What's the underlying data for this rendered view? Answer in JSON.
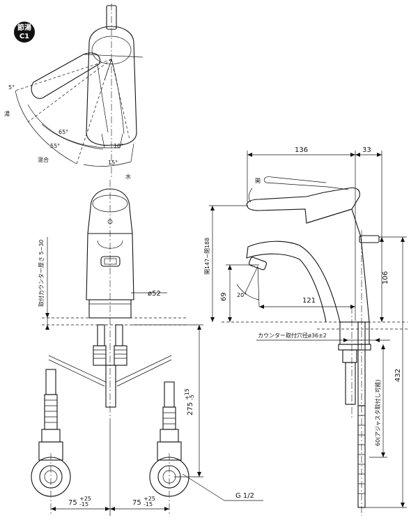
{
  "badge": {
    "line1": "節湯",
    "line2": "C1"
  },
  "angles": {
    "five": "5°",
    "sixtyfive": "65°",
    "fiftyfive": "55°",
    "ten": "10°",
    "fifteen": "15°",
    "twenty": "20°"
  },
  "labels": {
    "hot": "湯",
    "mix": "混合",
    "water": "水",
    "open": "開"
  },
  "front": {
    "counter_thickness": "取付カウンター厚さ 5~30",
    "dia52": "ø52",
    "height_275": "275",
    "height_275_tol_plus": "+15",
    "height_275_tol_minus": "-5",
    "width_75": "75",
    "width_75_tol_plus": "+25",
    "width_75_tol_minus": "-15",
    "thread": "G 1/2"
  },
  "side": {
    "dim_136": "136",
    "dim_33": "33",
    "dim_147_188": "開147~閉188",
    "dim_69": "69",
    "dim_121": "121",
    "dim_106": "106",
    "dim_432": "432",
    "hole": "カウンター取付穴径ø36±2",
    "adjust": "60(アジャスタ取付し可能)"
  }
}
